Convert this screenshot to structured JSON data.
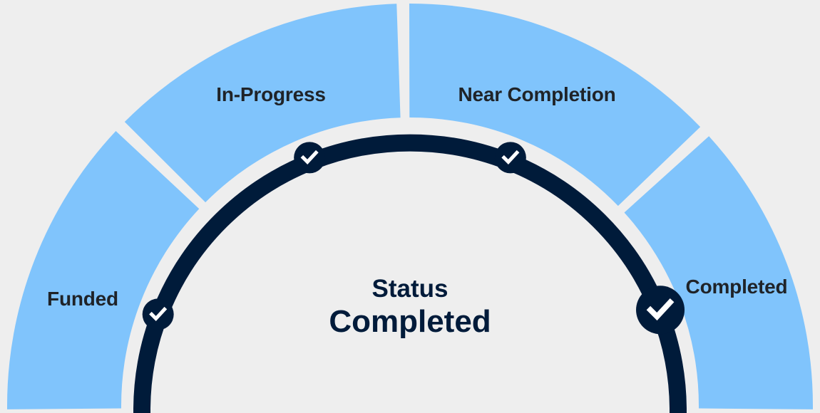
{
  "gauge": {
    "segments": [
      {
        "label": "Funded",
        "completed": true
      },
      {
        "label": "In-Progress",
        "completed": true
      },
      {
        "label": "Near Completion",
        "completed": true
      },
      {
        "label": "Completed",
        "completed": true,
        "current": true
      }
    ],
    "center": {
      "title": "Status",
      "value": "Completed"
    },
    "colors": {
      "background": "#eeeeee",
      "segment_fill": "#80c4fc",
      "track": "#001b3a",
      "check": "#ffffff",
      "label_text": "#1f2328"
    }
  }
}
